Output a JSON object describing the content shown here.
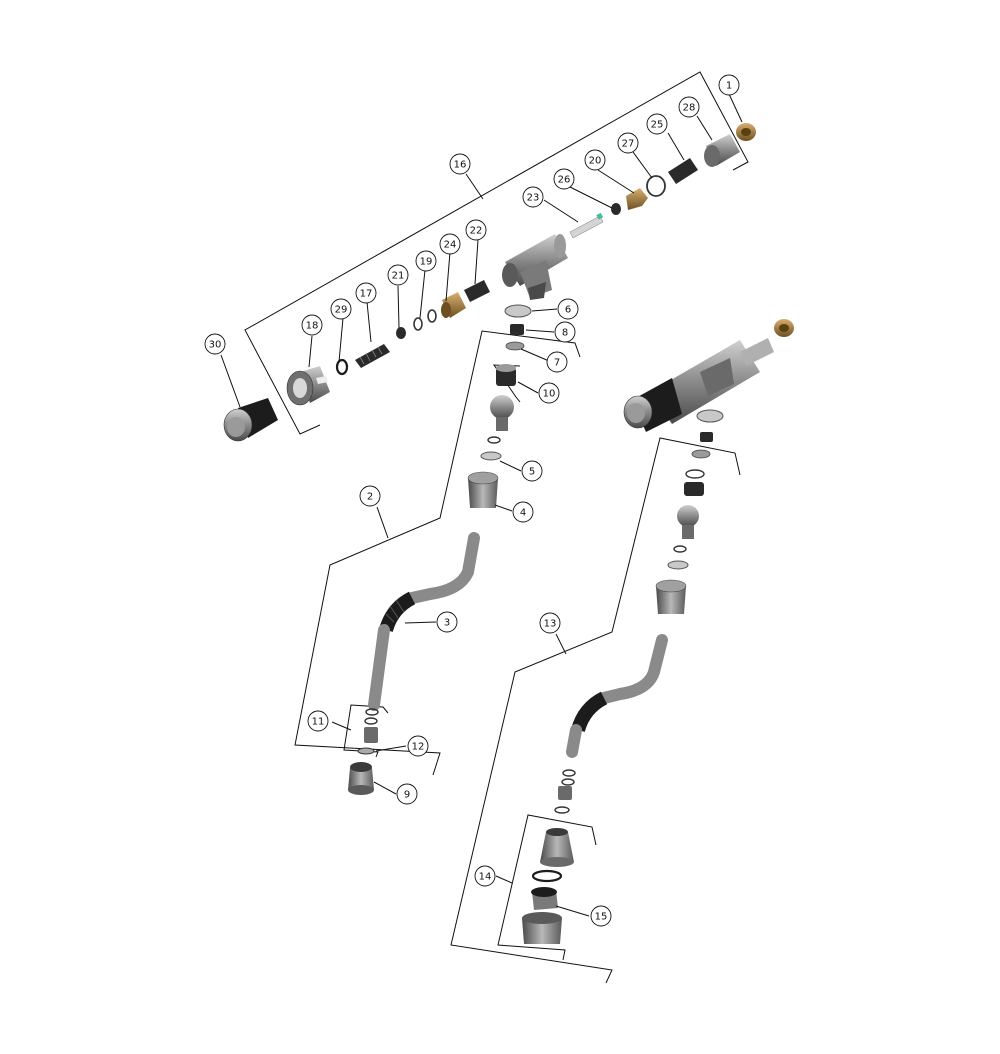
{
  "diagram": {
    "type": "exploded-parts-view",
    "callouts": [
      {
        "label": "1"
      },
      {
        "label": "2"
      },
      {
        "label": "3"
      },
      {
        "label": "4"
      },
      {
        "label": "5"
      },
      {
        "label": "6"
      },
      {
        "label": "7"
      },
      {
        "label": "8"
      },
      {
        "label": "9"
      },
      {
        "label": "10"
      },
      {
        "label": "11"
      },
      {
        "label": "12"
      },
      {
        "label": "13"
      },
      {
        "label": "14"
      },
      {
        "label": "15"
      },
      {
        "label": "16"
      },
      {
        "label": "17"
      },
      {
        "label": "18"
      },
      {
        "label": "19"
      },
      {
        "label": "20"
      },
      {
        "label": "21"
      },
      {
        "label": "22"
      },
      {
        "label": "23"
      },
      {
        "label": "24"
      },
      {
        "label": "25"
      },
      {
        "label": "26"
      },
      {
        "label": "27"
      },
      {
        "label": "28"
      },
      {
        "label": "29"
      },
      {
        "label": "30"
      }
    ],
    "colors": {
      "metal_dark": "#4a4a4a",
      "metal_mid": "#8a8a8a",
      "metal_light": "#c8c8c8",
      "brass": "#a0783c",
      "black_rubber": "#1c1c1c",
      "accent_green": "#3fbfa0"
    }
  }
}
